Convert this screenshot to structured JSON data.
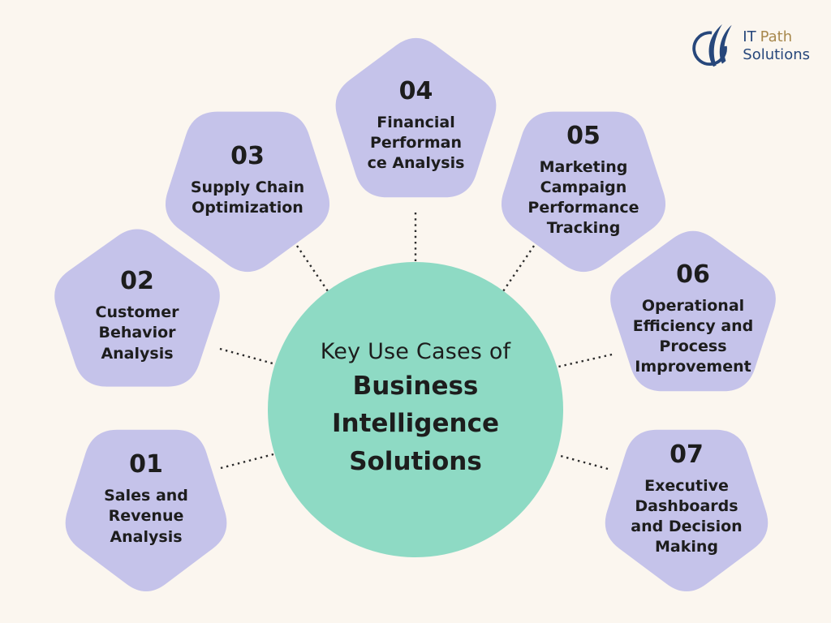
{
  "logo": {
    "it": "IT",
    "path": "Path",
    "solutions": "Solutions"
  },
  "center": {
    "intro": "Key Use Cases of",
    "title": "Business\nIntelligence\nSolutions"
  },
  "items": [
    {
      "number": "01",
      "label": "Sales and\nRevenue\nAnalysis"
    },
    {
      "number": "02",
      "label": "Customer\nBehavior\nAnalysis"
    },
    {
      "number": "03",
      "label": "Supply Chain\nOptimization"
    },
    {
      "number": "04",
      "label": "Financial\nPerforman\nce Analysis"
    },
    {
      "number": "05",
      "label": "Marketing\nCampaign\nPerformance\nTracking"
    },
    {
      "number": "06",
      "label": "Operational\nEfficiency and\nProcess\nImprovement"
    },
    {
      "number": "07",
      "label": "Executive\nDashboards\nand Decision\nMaking"
    }
  ],
  "colors": {
    "bg": "#fbf6ef",
    "pentagon": "#c5c3ea",
    "circle": "#8edac4",
    "ink": "#1d1d1d",
    "connector": "#2b2b2b",
    "navy": "#27477b",
    "gold": "#a8894e"
  }
}
